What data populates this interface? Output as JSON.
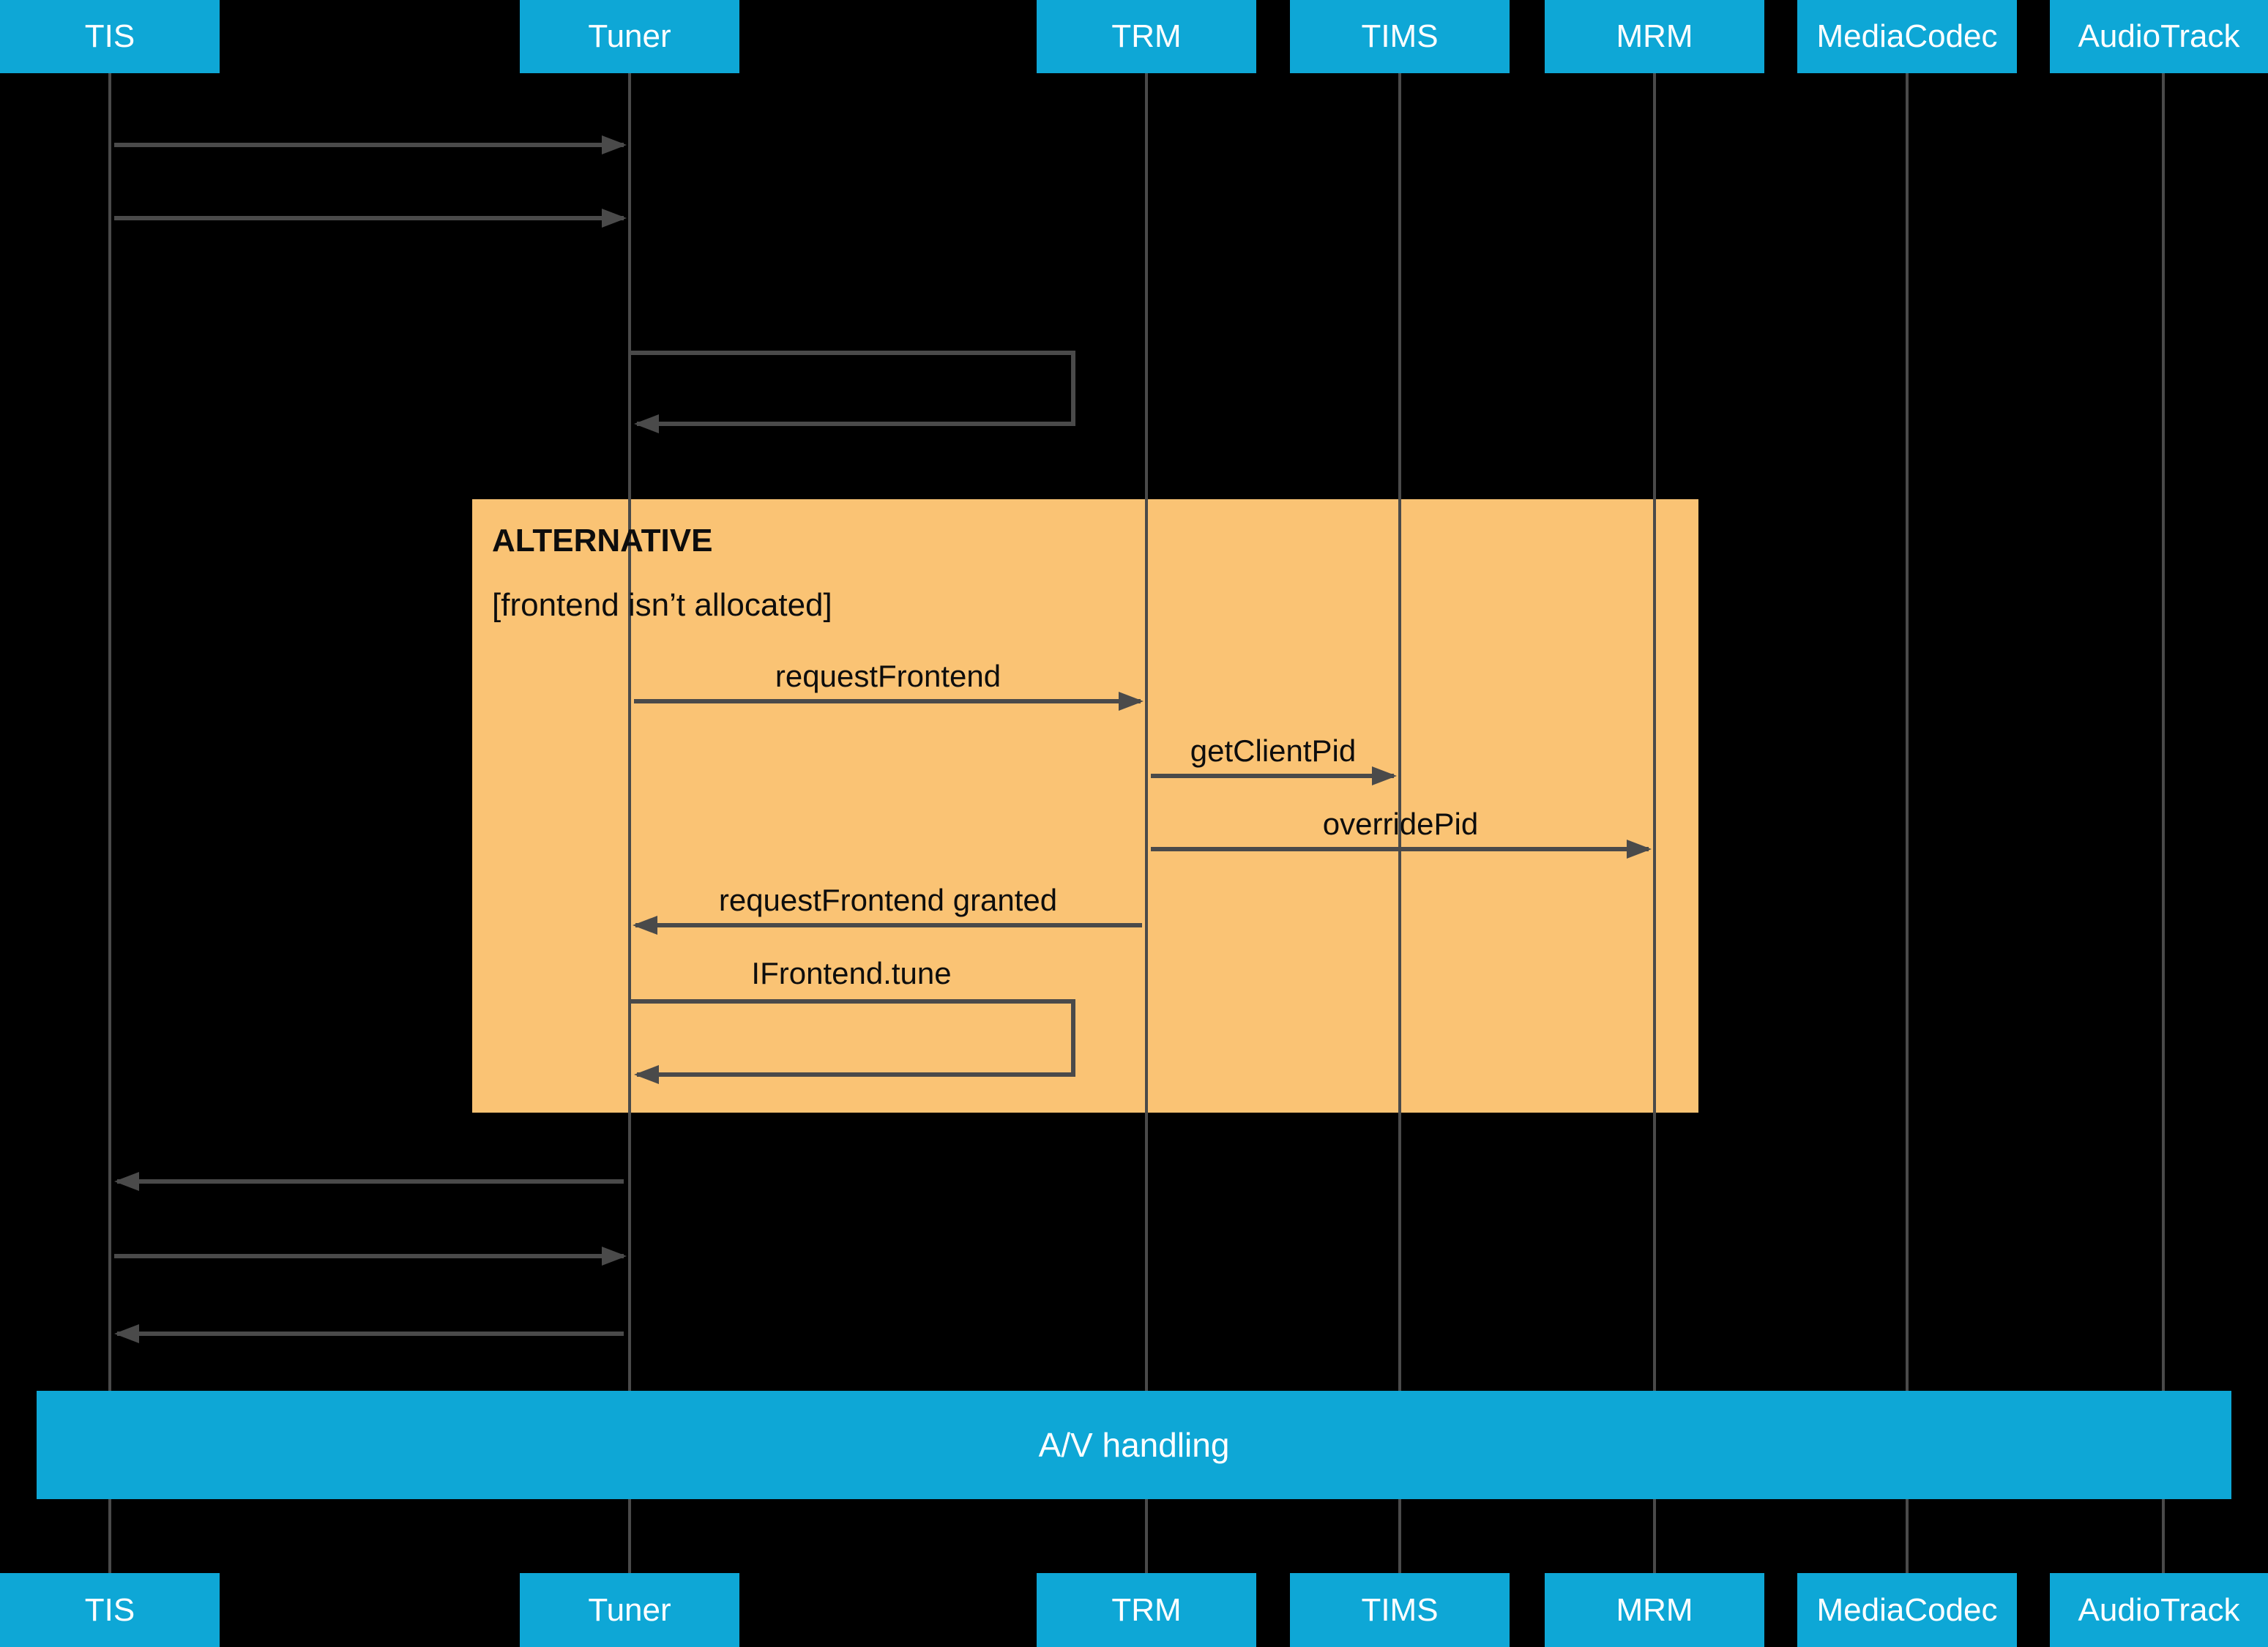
{
  "colors": {
    "accent": "#0ea7d6",
    "alt_fill": "#fac374",
    "line": "#4a4a4a",
    "header_text": "#ffffff",
    "label_text": "#0d0d0d",
    "background": "#000000"
  },
  "diagram": {
    "kind": "sequence-diagram",
    "participants": [
      "TIS",
      "Tuner",
      "TRM",
      "TIMS",
      "MRM",
      "MediaCodec",
      "AudioTrack"
    ],
    "alt_block": {
      "title": "ALTERNATIVE",
      "condition": "[frontend isn’t allocated]"
    },
    "messages": [
      {
        "from": "TIS",
        "to": "Tuner",
        "label": "",
        "self_call": false
      },
      {
        "from": "TIS",
        "to": "Tuner",
        "label": "",
        "self_call": false
      },
      {
        "from": "Tuner",
        "to": "Tuner",
        "label": "",
        "self_call": true
      },
      {
        "from": "Tuner",
        "to": "TRM",
        "label": "requestFrontend",
        "self_call": false
      },
      {
        "from": "TRM",
        "to": "TIMS",
        "label": "getClientPid",
        "self_call": false
      },
      {
        "from": "TRM",
        "to": "MRM",
        "label": "overridePid",
        "self_call": false
      },
      {
        "from": "TRM",
        "to": "Tuner",
        "label": "requestFrontend granted",
        "self_call": false
      },
      {
        "from": "Tuner",
        "to": "Tuner",
        "label": "IFrontend.tune",
        "self_call": true
      },
      {
        "from": "Tuner",
        "to": "TIS",
        "label": "",
        "self_call": false
      },
      {
        "from": "TIS",
        "to": "Tuner",
        "label": "",
        "self_call": false
      },
      {
        "from": "Tuner",
        "to": "TIS",
        "label": "",
        "self_call": false
      }
    ],
    "av_bar": {
      "label": "A/V handling"
    }
  }
}
